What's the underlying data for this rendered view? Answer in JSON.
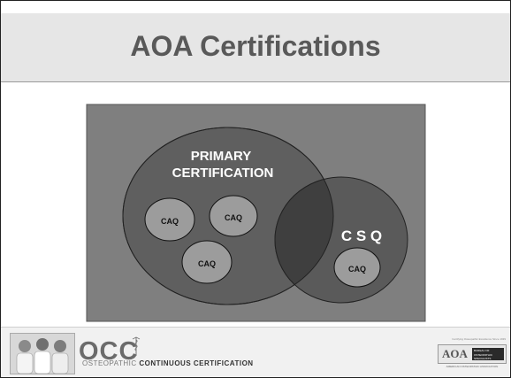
{
  "slide": {
    "title": "AOA Certifications"
  },
  "diagram": {
    "primary_label_line1": "PRIMARY",
    "primary_label_line2": "CERTIFICATION",
    "csq_label": "C S Q",
    "caq_labels": [
      "CAQ",
      "CAQ",
      "CAQ",
      "CAQ"
    ]
  },
  "footer": {
    "occ_logo": "OCC",
    "occ_text_light": "OSTEOPATHIC",
    "occ_text_strong": "CONTINUOUS CERTIFICATION",
    "tagline": "Certifying Osteopathic Excellence Since 1939",
    "aoa_mark": "AOA",
    "aoa_bureau": "BUREAU OF OSTEOPATHIC SPECIALISTS",
    "aoa_association": "AMERICAN OSTEOPATHIC ASSOCIATION"
  },
  "colors": {
    "title_band": "#e6e6e6",
    "title_text": "#595959",
    "diagram_background": "#7f7f7f",
    "primary_circle": "#5f5f5f",
    "csq_circle": "#5a5a5a",
    "overlap": "#3f3f3f",
    "caq_circle": "#9c9c9c"
  }
}
